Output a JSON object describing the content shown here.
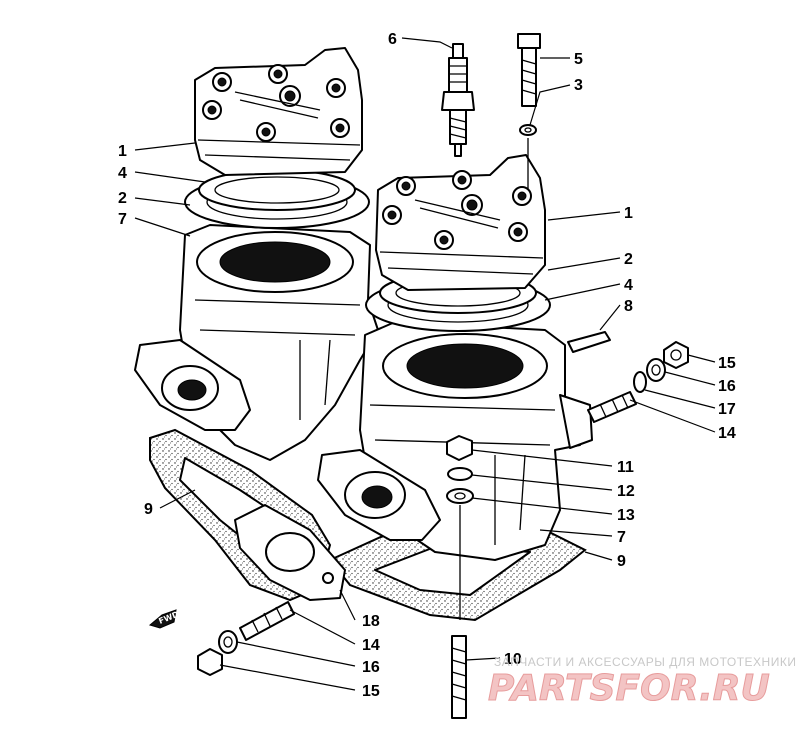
{
  "callouts": {
    "c1a": "1",
    "c1b": "1",
    "c2a": "2",
    "c2b": "2",
    "c3": "3",
    "c4a": "4",
    "c4b": "4",
    "c5": "5",
    "c6": "6",
    "c7a": "7",
    "c7b": "7",
    "c8": "8",
    "c9a": "9",
    "c9b": "9",
    "c10": "10",
    "c11": "11",
    "c12": "12",
    "c13": "13",
    "c14a": "14",
    "c14b": "14",
    "c15a": "15",
    "c15b": "15",
    "c16a": "16",
    "c16b": "16",
    "c17": "17",
    "c18": "18"
  },
  "direction_marker": "FWD",
  "watermark": {
    "tagline": "ЗАПЧАСТИ И АКСЕССУАРЫ ДЛЯ МОТОТЕХНИКИ",
    "logo": "PARTSFOR.RU"
  }
}
